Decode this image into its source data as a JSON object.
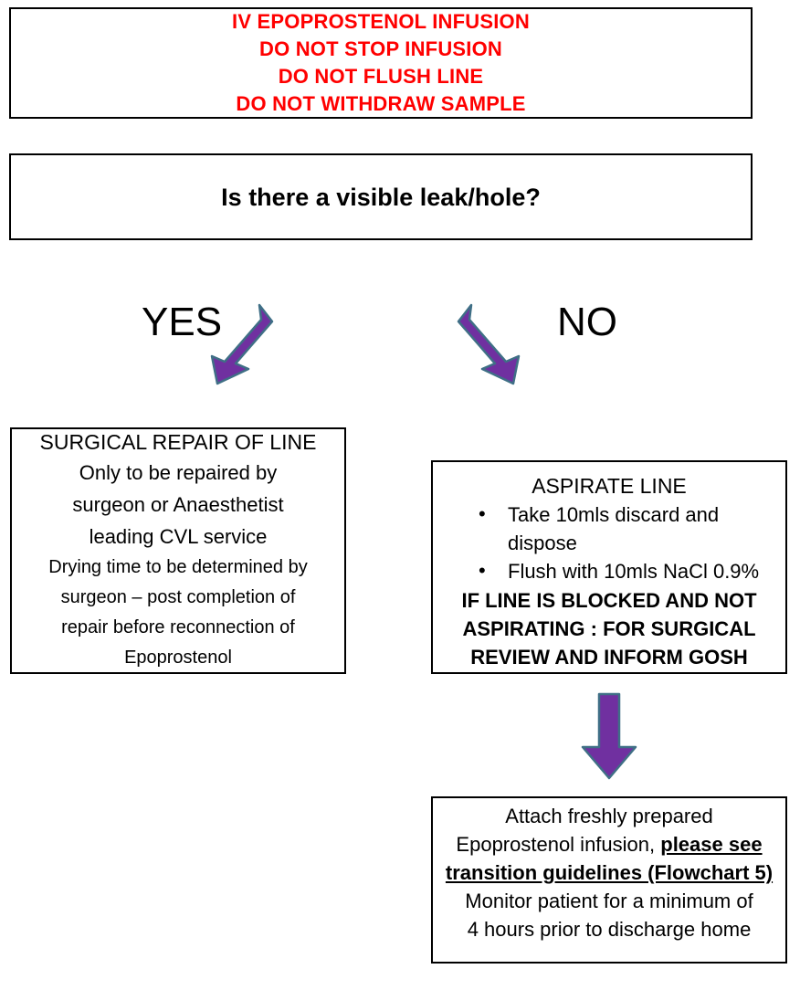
{
  "document": {
    "title": "Epoprostenol IV infusion line damage flowchart",
    "background_color": "#ffffff",
    "border_color": "#000000",
    "alert_color": "#ff0000",
    "arrow_fill_color": "#7030a0",
    "arrow_outline_color": "#3f6f86"
  },
  "warning_box": {
    "lines": [
      "IV EPOPROSTENOL INFUSION",
      "DO NOT STOP INFUSION",
      "DO NOT FLUSH LINE",
      "DO NOT WITHDRAW SAMPLE"
    ]
  },
  "question_box": {
    "text": "Is there a visible leak/hole?"
  },
  "branches": {
    "yes_label": "YES",
    "no_label": "NO",
    "yes_arrow_icon": "arrow-down-left-icon",
    "no_arrow_icon": "arrow-down-right-icon",
    "down_arrow_icon": "arrow-down-icon"
  },
  "surgical_box": {
    "heading": "SURGICAL REPAIR OF LINE",
    "body_lines": [
      "Only to be repaired by",
      "surgeon or Anaesthetist",
      "leading CVL service"
    ],
    "detail_lines": [
      "Drying time to be determined by",
      "surgeon – post completion of",
      "repair before reconnection of",
      "Epoprostenol"
    ]
  },
  "aspirate_box": {
    "heading": "ASPIRATE LINE",
    "bullets": [
      "Take 10mls discard and dispose",
      "Flush with 10mls NaCl 0.9%"
    ],
    "emphasis_lines": [
      "IF LINE IS BLOCKED AND NOT",
      "ASPIRATING : FOR SURGICAL",
      "REVIEW AND INFORM GOSH"
    ]
  },
  "attach_box": {
    "line1": "Attach freshly prepared",
    "line2_plain": "Epoprostenol infusion, ",
    "line2_emph": "please see",
    "line3_emph": "transition guidelines (Flowchart 5)",
    "line4": "Monitor patient for a minimum of",
    "line5": "4 hours prior to discharge home"
  }
}
